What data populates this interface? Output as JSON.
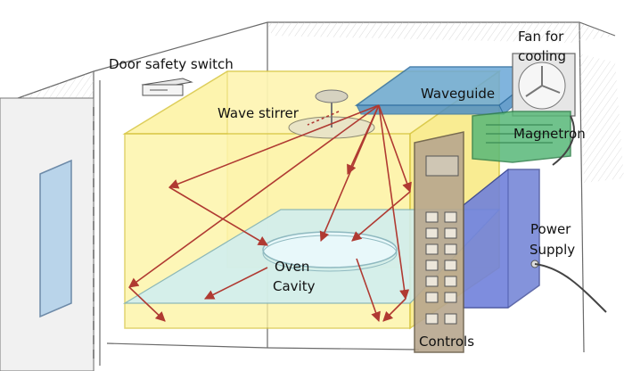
{
  "labels": {
    "door_safety_switch": "Door safety switch",
    "fan_line1": "Fan for",
    "fan_line2": "cooling",
    "waveguide": "Waveguide",
    "wave_stirrer": "Wave stirrer",
    "magnetron": "Magnetron",
    "power_line1": "Power",
    "power_line2": "Supply",
    "oven_line1": "Oven",
    "oven_line2": "Cavity",
    "controls": "Controls"
  },
  "colors": {
    "cavity_fill": "#fdf3a0",
    "cavity_stroke": "#d8c640",
    "waveguide_fill": "#6aa8d8",
    "magnetron_fill": "#58b878",
    "power_fill": "#5b6fd0",
    "controls_fill": "#b8a78e",
    "glass_fill": "#cfeef3",
    "wave_arrow": "#b03a32",
    "housing_stroke": "#6a6a6a"
  }
}
